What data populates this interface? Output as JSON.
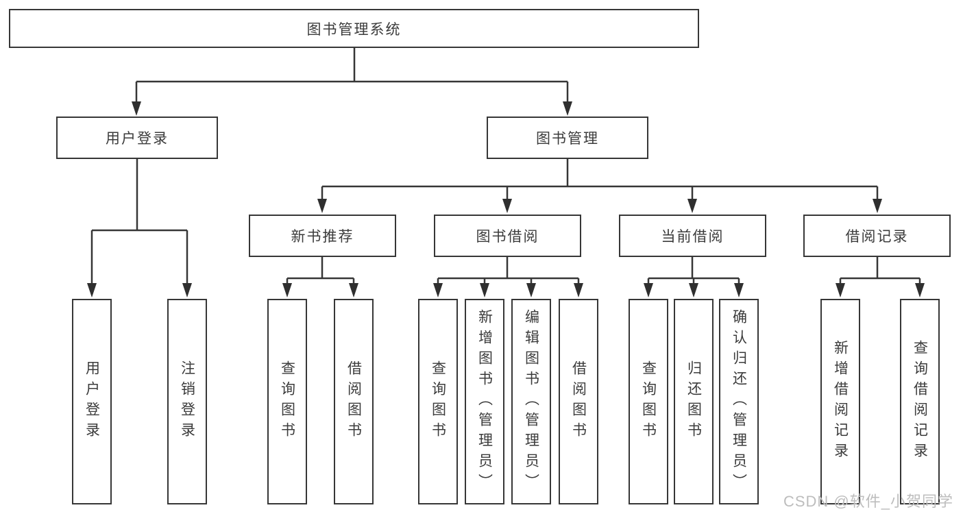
{
  "nodes": {
    "root": "图书管理系统",
    "user_login": "用户登录",
    "book_management": "图书管理",
    "new_book_recommend": "新书推荐",
    "book_borrowing": "图书借阅",
    "current_borrowing": "当前借阅",
    "borrowing_records": "借阅记录",
    "leaf_user_login": "用户登录",
    "leaf_logout": "注销登录",
    "leaf_query_books_recommend": "查询图书",
    "leaf_borrow_books_recommend": "借阅图书",
    "leaf_query_books_borrowing": "查询图书",
    "leaf_add_books_admin": "新增图书（管理员）",
    "leaf_edit_books_admin": "编辑图书（管理员）",
    "leaf_borrow_books_borrowing": "借阅图书",
    "leaf_query_books_current": "查询图书",
    "leaf_return_books": "归还图书",
    "leaf_confirm_return_admin": "确认归还（管理员）",
    "leaf_add_borrow_record": "新增借阅记录",
    "leaf_query_borrow_record": "查询借阅记录"
  },
  "hierarchy": {
    "图书管理系统": [
      "用户登录",
      "图书管理"
    ],
    "用户登录": [
      "用户登录",
      "注销登录"
    ],
    "图书管理": [
      "新书推荐",
      "图书借阅",
      "当前借阅",
      "借阅记录"
    ],
    "新书推荐": [
      "查询图书",
      "借阅图书"
    ],
    "图书借阅": [
      "查询图书",
      "新增图书（管理员）",
      "编辑图书（管理员）",
      "借阅图书"
    ],
    "当前借阅": [
      "查询图书",
      "归还图书",
      "确认归还（管理员）"
    ],
    "借阅记录": [
      "新增借阅记录",
      "查询借阅记录"
    ]
  },
  "watermark": "CSDN @软件_小贺同学",
  "colors": {
    "line": "#363636",
    "text": "#3b3b3b",
    "watermark": "#bdbdbd",
    "background": "#ffffff"
  }
}
